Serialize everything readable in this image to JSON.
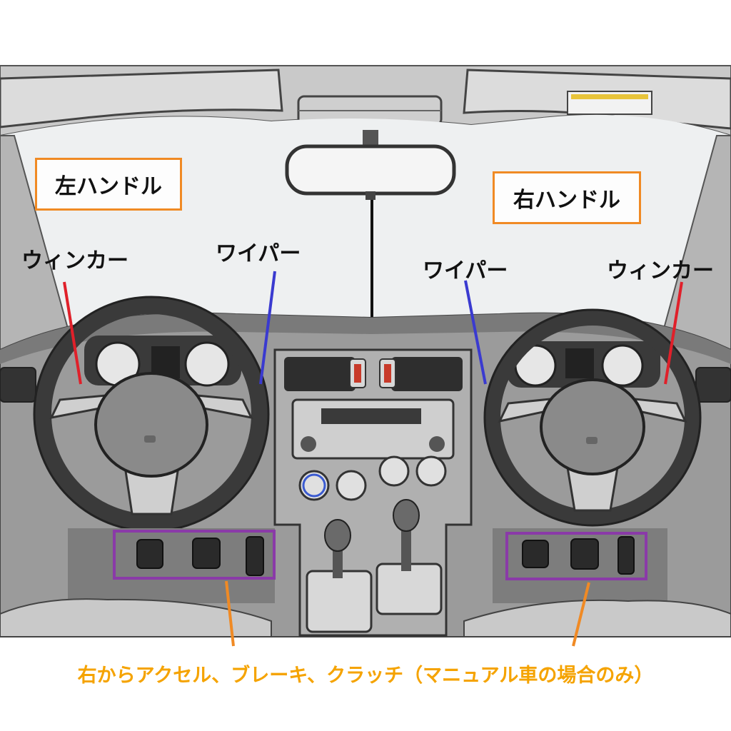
{
  "labels": {
    "left_hand_drive": "左ハンドル",
    "right_hand_drive": "右ハンドル",
    "left_turn_signal": "ウィンカー",
    "left_wiper": "ワイパー",
    "right_wiper": "ワイパー",
    "right_turn_signal": "ウィンカー"
  },
  "caption": "右からアクセル、ブレーキ、クラッチ（マニュアル車の場合のみ）",
  "colors": {
    "box_border": "#f08a24",
    "turn_signal_leader": "#e0202a",
    "wiper_leader": "#3a3ad0",
    "pedal_box": "#8a3aa8",
    "pedal_leader": "#f08a24",
    "caption": "#f5a300"
  }
}
